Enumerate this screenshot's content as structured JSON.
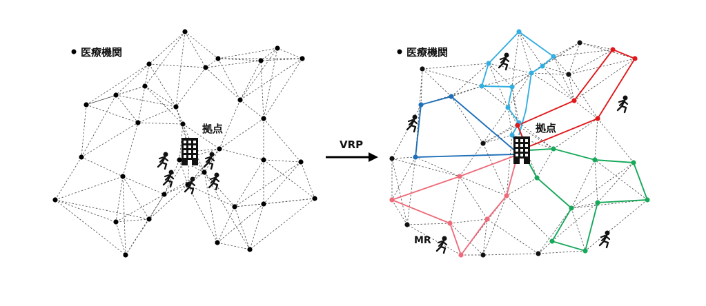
{
  "left_panel": {
    "legend_label": "医療機関",
    "depot_label": "拠点"
  },
  "arrow": {
    "label": "VRP"
  },
  "right_panel": {
    "legend_label": "医療機関",
    "depot_label": "拠点",
    "runner_label": "MR"
  },
  "colors": {
    "node": "#000000",
    "route_light_blue": "#33aee0",
    "route_dark_blue": "#1f6fb8",
    "route_red": "#e0181b",
    "route_green": "#18a85a",
    "route_pink": "#ee6b7a"
  }
}
